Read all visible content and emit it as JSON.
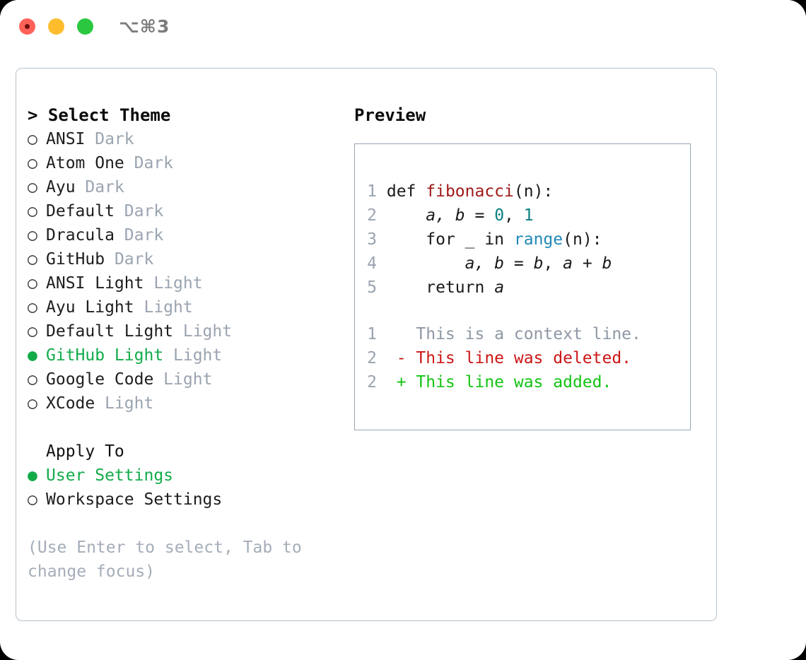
{
  "titlebar": {
    "shortcut": "⌥⌘3",
    "lights": [
      "close",
      "minimize",
      "maximize"
    ]
  },
  "theme_panel": {
    "header": "> Select Theme",
    "items": [
      {
        "bullet": "○",
        "label": "ANSI",
        "tag": "Dark",
        "selected": false
      },
      {
        "bullet": "○",
        "label": "Atom One",
        "tag": "Dark",
        "selected": false
      },
      {
        "bullet": "○",
        "label": "Ayu",
        "tag": "Dark",
        "selected": false
      },
      {
        "bullet": "○",
        "label": "Default",
        "tag": "Dark",
        "selected": false
      },
      {
        "bullet": "○",
        "label": "Dracula",
        "tag": "Dark",
        "selected": false
      },
      {
        "bullet": "○",
        "label": "GitHub",
        "tag": "Dark",
        "selected": false
      },
      {
        "bullet": "○",
        "label": "ANSI Light",
        "tag": "Light",
        "selected": false
      },
      {
        "bullet": "○",
        "label": "Ayu Light",
        "tag": "Light",
        "selected": false
      },
      {
        "bullet": "○",
        "label": "Default Light",
        "tag": "Light",
        "selected": false
      },
      {
        "bullet": "●",
        "label": "GitHub Light",
        "tag": "Light",
        "selected": true
      },
      {
        "bullet": "○",
        "label": "Google Code",
        "tag": "Light",
        "selected": false
      },
      {
        "bullet": "○",
        "label": "XCode",
        "tag": "Light",
        "selected": false
      }
    ]
  },
  "apply_to": {
    "header": "Apply To",
    "items": [
      {
        "bullet": "●",
        "label": "User Settings",
        "selected": true
      },
      {
        "bullet": "○",
        "label": "Workspace Settings",
        "selected": false
      }
    ]
  },
  "hint": "(Use Enter to select, Tab to change focus)",
  "preview": {
    "header": "Preview",
    "code_lines": [
      {
        "n": "1",
        "tokens": [
          {
            "t": "def ",
            "c": "kw"
          },
          {
            "t": "fibonacci",
            "c": "fn"
          },
          {
            "t": "(n):",
            "c": "plain"
          }
        ]
      },
      {
        "n": "2",
        "tokens": [
          {
            "t": "    ",
            "c": "plain"
          },
          {
            "t": "a, b",
            "c": "var"
          },
          {
            "t": " = ",
            "c": "plain"
          },
          {
            "t": "0",
            "c": "num"
          },
          {
            "t": ", ",
            "c": "plain"
          },
          {
            "t": "1",
            "c": "num"
          }
        ]
      },
      {
        "n": "3",
        "tokens": [
          {
            "t": "    for _ in ",
            "c": "kw"
          },
          {
            "t": "range",
            "c": "bi"
          },
          {
            "t": "(n):",
            "c": "plain"
          }
        ]
      },
      {
        "n": "4",
        "tokens": [
          {
            "t": "        ",
            "c": "plain"
          },
          {
            "t": "a, b",
            "c": "var"
          },
          {
            "t": " = ",
            "c": "plain"
          },
          {
            "t": "b",
            "c": "var"
          },
          {
            "t": ", ",
            "c": "plain"
          },
          {
            "t": "a + b",
            "c": "var"
          }
        ]
      },
      {
        "n": "5",
        "tokens": [
          {
            "t": "    return ",
            "c": "kw"
          },
          {
            "t": "a",
            "c": "var"
          }
        ]
      }
    ],
    "diff_lines": [
      {
        "n": "1",
        "marker": " ",
        "text": "This is a context line.",
        "kind": "d-ctx"
      },
      {
        "n": "2",
        "marker": "-",
        "text": "This line was deleted.",
        "kind": "d-del"
      },
      {
        "n": "2",
        "marker": "+",
        "text": "This line was added.",
        "kind": "d-add"
      }
    ]
  },
  "colors": {
    "accent_green": "#12ab4a",
    "tag_gray": "#9aa4b0",
    "panel_border": "#b6c2cc",
    "preview_border": "#99a5b1",
    "diff_add": "#13c413",
    "diff_del": "#cc1616",
    "fn_red": "#a01a1a",
    "builtin_blue": "#2388b8",
    "num_teal": "#0b8080"
  }
}
